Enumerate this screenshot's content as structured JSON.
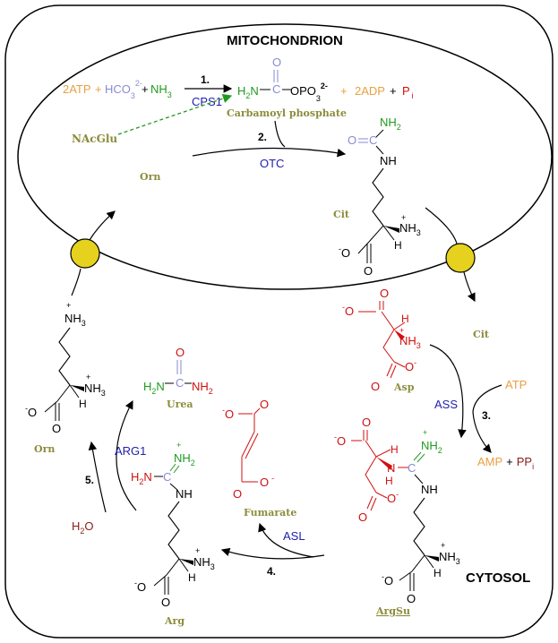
{
  "compartments": {
    "mitochondrion": "MITOCHONDRION",
    "cytosol": "CYTOSOL"
  },
  "colors": {
    "olive": "#8c8c3c",
    "orange": "#e8a040",
    "lavender": "#8a8ad6",
    "green": "#1f9a1f",
    "blue": "#2020b0",
    "red": "#d01010",
    "darkred": "#8b1a1a",
    "transporter": "#e6d21e"
  },
  "reaction1": {
    "step": "1.",
    "enzyme": "CPS1",
    "reactant_atp": "2ATP",
    "plus": "+",
    "hco3": "HCO",
    "hco3_sub": "3",
    "hco3_charge": "2-",
    "nh3": "NH",
    "nh3_sub": "3",
    "product_name": "Carbamoyl phosphate",
    "adp": "2ADP",
    "pi": "P",
    "pi_sub": "i",
    "activator": "NAcGlu"
  },
  "carbamoyl_phosphate": {
    "o": "O",
    "c": "C",
    "h2n": "H",
    "h2n_sub": "2",
    "n": "N",
    "opo": "OPO",
    "opo_sub": "3",
    "charge": "2-"
  },
  "reaction2": {
    "step": "2.",
    "enzyme": "OTC"
  },
  "reaction3": {
    "step": "3.",
    "enzyme": "ASS",
    "atp": "ATP",
    "amp": "AMP",
    "plus": "+",
    "ppi": "PP",
    "ppi_sub": "i"
  },
  "reaction4": {
    "step": "4.",
    "enzyme": "ASL"
  },
  "reaction5": {
    "step": "5.",
    "enzyme": "ARG1",
    "water": "H",
    "water_sub": "2",
    "water_o": "O"
  },
  "metabolites": {
    "orn_mito": "Orn",
    "cit_mito": "Cit",
    "cit_cyto": "Cit",
    "asp": "Asp",
    "argsu": "ArgSu",
    "fumarate": "Fumarate",
    "arg": "Arg",
    "urea": "Urea",
    "orn_cyto": "Orn"
  },
  "atoms": {
    "O": "O",
    "N": "N",
    "H": "H",
    "C": "C",
    "NH": "NH",
    "NH2": "NH",
    "NH3": "NH",
    "sub2": "2",
    "sub3": "3",
    "plus": "+",
    "minus": "-"
  }
}
